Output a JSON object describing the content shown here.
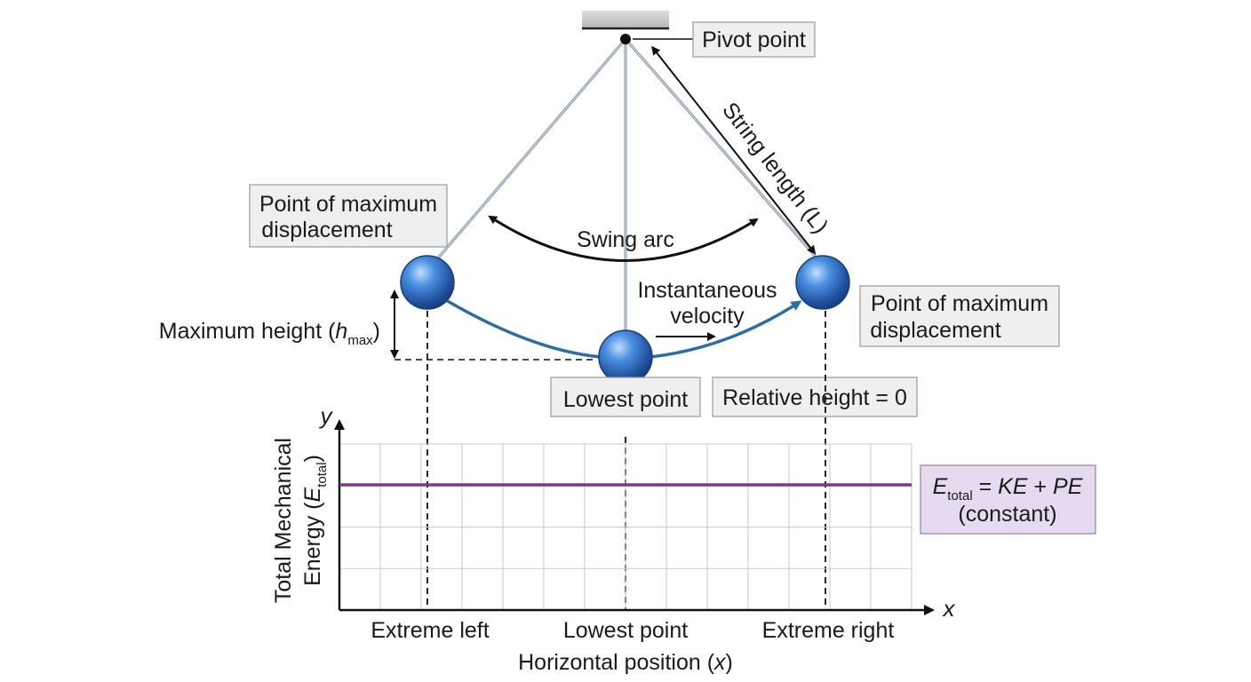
{
  "labels": {
    "pivot": "Pivot point",
    "string_length": "String length (L)",
    "swing_arc": "Swing arc",
    "max_disp_left_1": "Point of maximum",
    "max_disp_left_2": "displacement",
    "max_disp_right_1": "Point of maximum",
    "max_disp_right_2": "displacement",
    "inst_velocity_1": "Instantaneous",
    "inst_velocity_2": "velocity",
    "max_height": "Maximum height (",
    "max_height_h": "h",
    "max_height_sub": "max",
    "max_height_close": ")",
    "lowest_point": "Lowest point",
    "relative_height": "Relative height = 0"
  },
  "graph": {
    "y_axis_letter": "y",
    "x_axis_letter": "x",
    "y_label_line1": "Total Mechanical",
    "y_label_line2_pre": "Energy (",
    "y_label_line2_E": "E",
    "y_label_line2_sub": "total",
    "y_label_line2_post": ")",
    "x_tick_left": "Extreme left",
    "x_tick_mid": "Lowest point",
    "x_tick_right": "Extreme right",
    "x_title_pre": "Horizontal position (",
    "x_title_x": "x",
    "x_title_post": ")",
    "eq_E": "E",
    "eq_sub": "total",
    "eq_rest_1": " = ",
    "eq_KE": "KE",
    "eq_plus": " + ",
    "eq_PE": "PE",
    "eq_line2": "(constant)"
  },
  "colors": {
    "bob": "#2f6fc4",
    "swing_path": "#2b6ea6",
    "energy_line": "#7a3b86",
    "string": "#7f92a6",
    "grid": "#c9c9c9"
  },
  "chart_data": {
    "type": "line",
    "x": [
      "Extreme left",
      "Lowest point",
      "Extreme right"
    ],
    "series": [
      {
        "name": "E total = KE + PE (constant)",
        "values": [
          1,
          1,
          1
        ]
      }
    ]
  }
}
